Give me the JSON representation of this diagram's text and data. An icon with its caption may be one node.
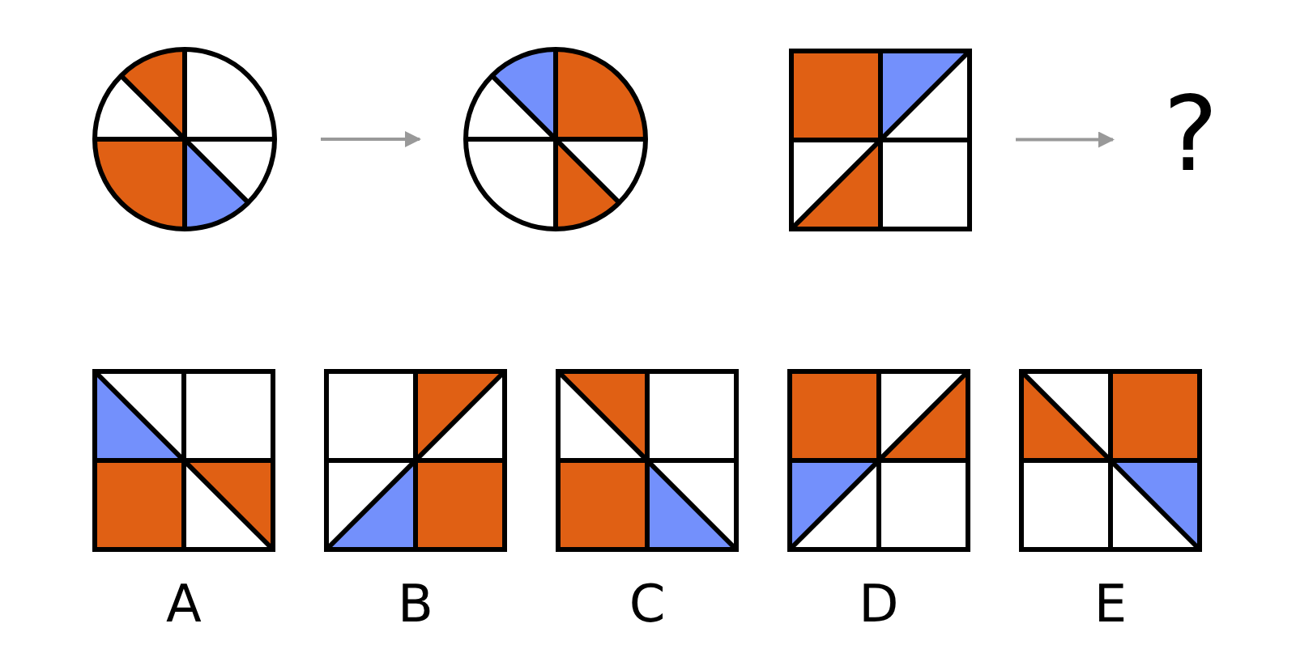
{
  "diagram": {
    "nodes": [
      {
        "text": [],
        "shape": "circle"
      },
      {
        "text": [],
        "shape": "circle"
      },
      {
        "text": [],
        "shape": "box"
      },
      {
        "text": [
          "?"
        ]
      },
      {
        "text": [],
        "shape": "box",
        "beside": [
          "A"
        ]
      },
      {
        "text": [],
        "shape": "box",
        "beside": [
          "B"
        ]
      },
      {
        "text": [],
        "shape": "box",
        "beside": [
          "C"
        ]
      },
      {
        "text": [],
        "shape": "box",
        "beside": [
          "D"
        ]
      },
      {
        "text": [],
        "shape": "box",
        "beside": [
          "E"
        ]
      }
    ],
    "edges": [
      {
        "from": 0,
        "to": 1,
        "arrow": "to"
      },
      {
        "from": 2,
        "to": 3,
        "arrow": "to"
      }
    ]
  }
}
